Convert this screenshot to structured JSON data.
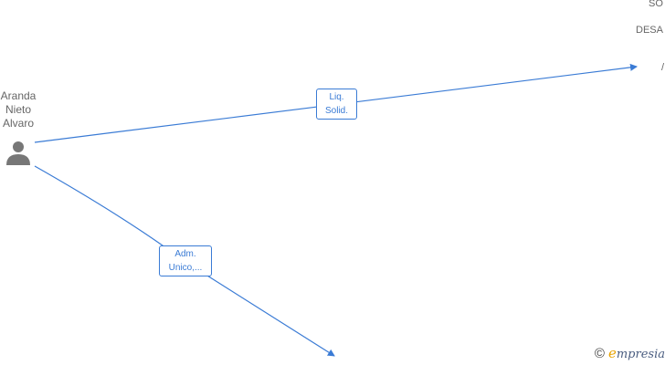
{
  "colors": {
    "edge": "#3a7bd5",
    "node_text": "#666666",
    "person_icon": "#777777"
  },
  "person": {
    "name": "Aranda\nNieto\nAlvaro",
    "icon": "person-icon"
  },
  "edges": [
    {
      "label": "Liq.\nSolid."
    },
    {
      "label": "Adm.\nUnico,..."
    }
  ],
  "clipped_labels": {
    "top_right_1": "SO",
    "top_right_2": "DESA",
    "top_right_3": "/"
  },
  "brand": {
    "copyright": "©",
    "name_first": "e",
    "name_rest": "mpresia"
  }
}
